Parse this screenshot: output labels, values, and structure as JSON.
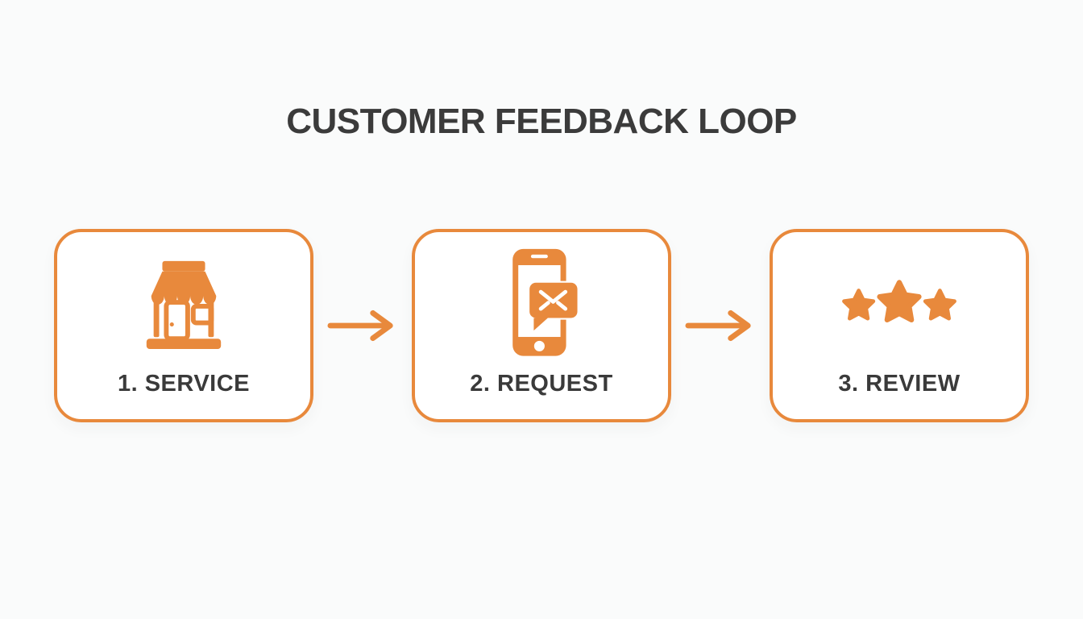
{
  "title": "CUSTOMER FEEDBACK LOOP",
  "colors": {
    "accent_orange": "#E8893C",
    "heading_text": "#3B3B3B",
    "label_text": "#3A3A3A",
    "page_background": "#FAFBFB",
    "card_background": "#FFFFFF"
  },
  "steps": [
    {
      "label": "1. SERVICE",
      "icon": "storefront-icon"
    },
    {
      "label": "2. REQUEST",
      "icon": "phone-message-icon"
    },
    {
      "label": "3. REVIEW",
      "icon": "three-stars-icon"
    }
  ],
  "connectors": [
    {
      "icon": "arrow-right-icon"
    },
    {
      "icon": "arrow-right-icon"
    }
  ]
}
